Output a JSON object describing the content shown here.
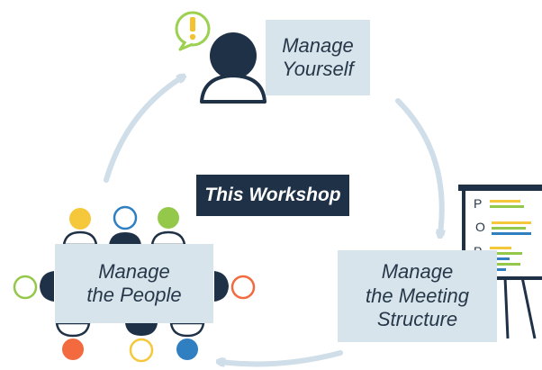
{
  "center_label": "This Workshop",
  "boxes": {
    "yourself": {
      "line1": "Manage",
      "line2": "Yourself"
    },
    "people": {
      "line1": "Manage",
      "line2": "the People"
    },
    "structure": {
      "line1": "Manage",
      "line2": "the Meeting",
      "line3": "Structure"
    }
  },
  "flipchart": {
    "letters": [
      "P",
      "O",
      "P"
    ]
  },
  "colors": {
    "dark_navy": "#1f3146",
    "box_fill": "#d8e4ec",
    "arrow": "#cfdee8",
    "bubble_green": "#9bd14e",
    "alert_yellow": "#f2c230",
    "person_yellow": "#f5c83b",
    "person_blue": "#2f7fc1",
    "person_green": "#93c84a",
    "person_orange": "#f26a3d",
    "person_navy": "#1f3146"
  },
  "icons": [
    "alert-bubble-icon",
    "person-icon",
    "meeting-table-icon",
    "flipchart-icon",
    "cycle-arrow-icon"
  ]
}
